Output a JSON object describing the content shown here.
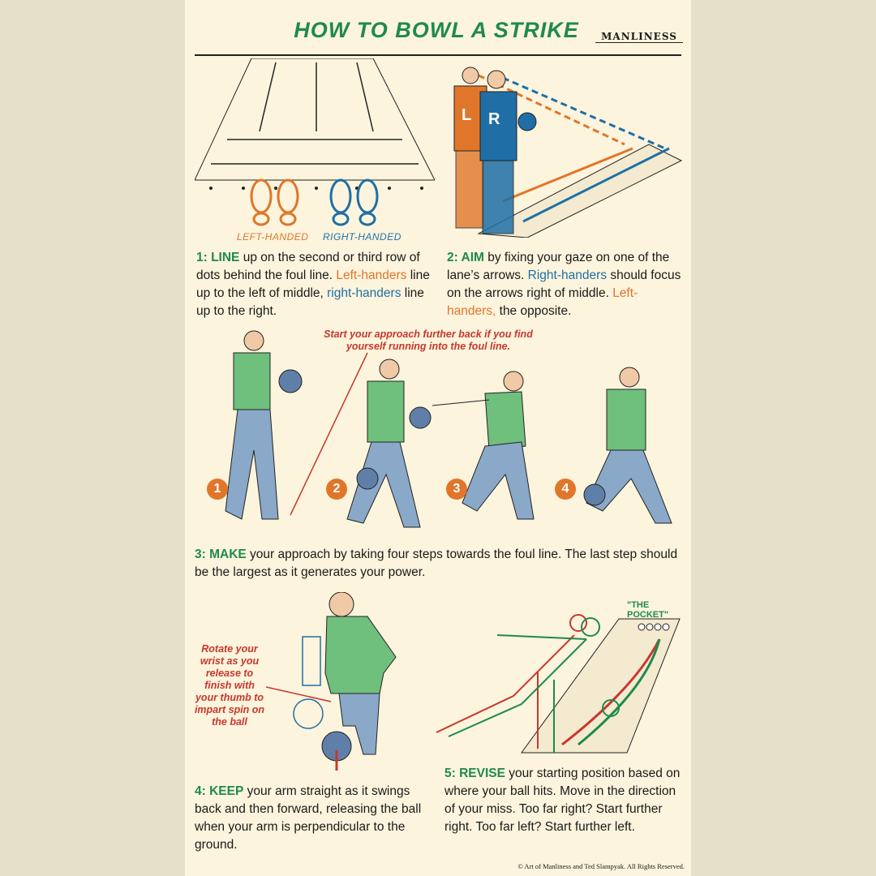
{
  "title": "HOW TO BOWL A STRIKE",
  "logo": "MANLINESS",
  "step1": {
    "labels": {
      "left": "LEFT-HANDED",
      "right": "RIGHT-HANDED"
    },
    "lead": "1: LINE",
    "t1": " up on the second or third row of dots behind the foul line. ",
    "left": "Left-handers",
    "t2": " line up to the left of middle, ",
    "right": "right-handers",
    "t3": " line up to the right."
  },
  "step2": {
    "lead": "2: AIM",
    "t1": " by fixing your gaze on one of the lane’s arrows. ",
    "right": "Right-handers",
    "t2": " should focus on the arrows right of middle. ",
    "left": "Left-handers,",
    "t3": " the opposite."
  },
  "approach_note": "Start your approach further back if you find yourself running into the foul line.",
  "approach_numbers": [
    "1",
    "2",
    "3",
    "4"
  ],
  "step3": {
    "lead": "3: MAKE",
    "text": " your approach by taking four steps towards the foul line. The last step should be the largest as it generates your power."
  },
  "wrist_note": "Rotate your wrist as you release to finish with your thumb to impart spin on the ball",
  "step4": {
    "lead": "4: KEEP",
    "text": " your arm straight as it swings back and then forward, releasing the ball when your arm is perpendicular to the ground."
  },
  "pocket_label": "\"THE POCKET\"",
  "step5": {
    "lead": "5: REVISE",
    "text": " your starting position based on where your ball hits. Move in the direction of your miss. Too far right? Start further right. Too far left? Start further left."
  },
  "copyright": "© Art of Manliness and Ted Slampyak. All Rights Reserved.",
  "colors": {
    "green": "#1f8a4c",
    "orange": "#e0762a",
    "blue": "#1f6fa6",
    "red": "#c8372d"
  }
}
